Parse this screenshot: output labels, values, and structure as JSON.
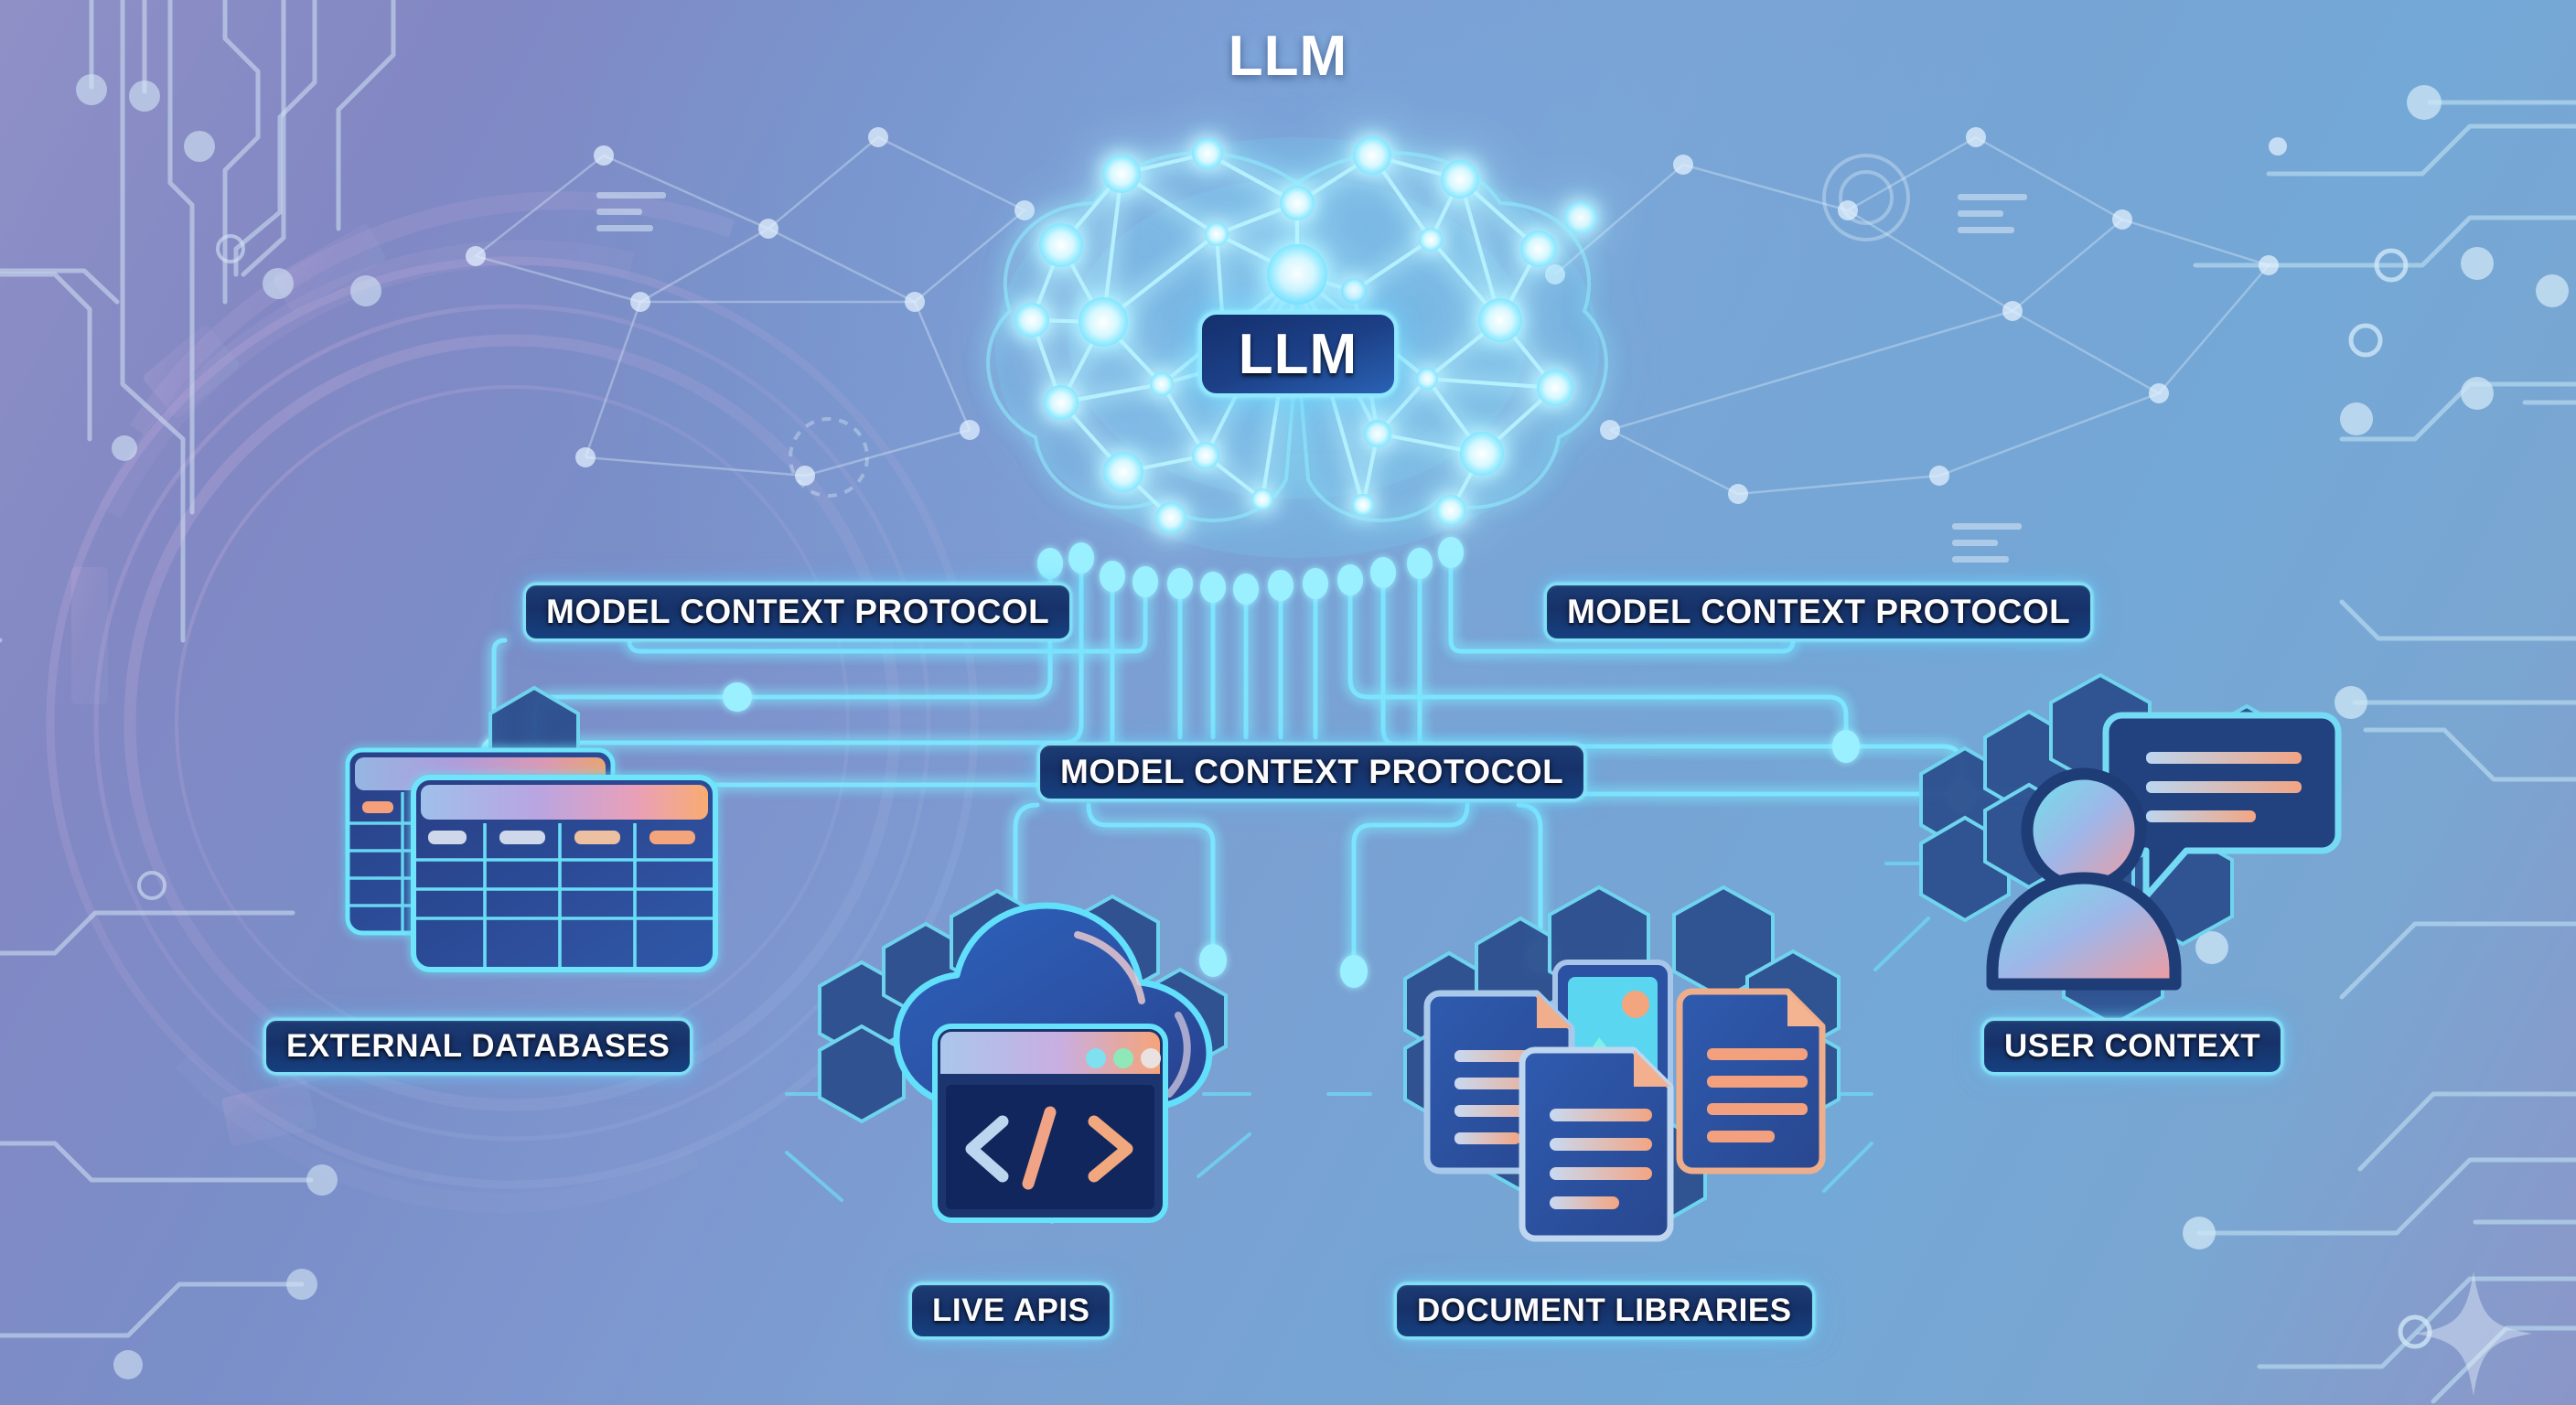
{
  "title": "LLM",
  "brain": {
    "badge_label": "LLM",
    "icon": "neural-network-brain-icon"
  },
  "colors": {
    "accent_cyan": "#7fe0f5",
    "glow_cyan": "#6edcff",
    "pill_navy_dark": "#17326a",
    "pill_navy_light": "#16407f",
    "background_blue": "#76a4d4",
    "background_purple": "#8f90c6",
    "icon_orange": "#f5a07a",
    "icon_lilac": "#b9a8e0",
    "hex_navy": "#2d4f8e"
  },
  "protocol_labels": [
    {
      "id": "mcp-left",
      "label": "MODEL CONTEXT PROTOCOL"
    },
    {
      "id": "mcp-right",
      "label": "MODEL CONTEXT PROTOCOL"
    },
    {
      "id": "mcp-center",
      "label": "MODEL CONTEXT PROTOCOL"
    }
  ],
  "nodes": [
    {
      "id": "external-databases",
      "label": "EXTERNAL DATABASES",
      "icon": "database-tables-icon"
    },
    {
      "id": "live-apis",
      "label": "LIVE APIS",
      "icon": "cloud-code-icon"
    },
    {
      "id": "document-libraries",
      "label": "DOCUMENT LIBRARIES",
      "icon": "documents-icon"
    },
    {
      "id": "user-context",
      "label": "USER CONTEXT",
      "icon": "user-chat-icon"
    }
  ],
  "code_window": {
    "glyph": "</>"
  }
}
